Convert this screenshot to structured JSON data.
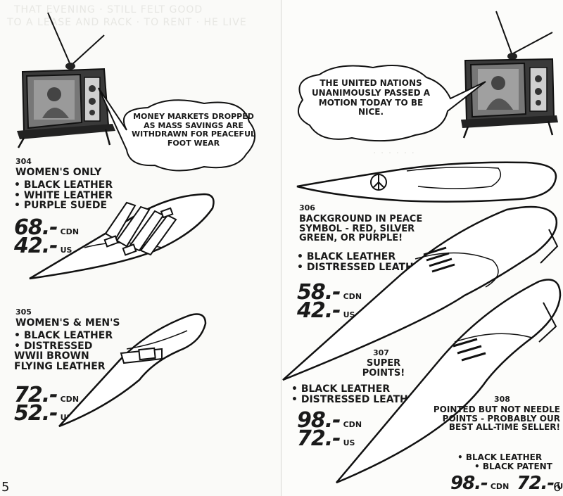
{
  "left": {
    "bubble": "MONEY MARKETS DROPPED AS MASS SAVINGS ARE WITHDRAWN FOR PEACEFUL FOOT WEAR",
    "page_number": "5",
    "products": [
      {
        "code": "304",
        "title": "WOMEN'S ONLY",
        "options": [
          "BLACK LEATHER",
          "WHITE LEATHER",
          "PURPLE SUEDE"
        ],
        "price1": {
          "amount": "68.-",
          "currency": "CDN"
        },
        "price2": {
          "amount": "42.-",
          "currency": "US"
        }
      },
      {
        "code": "305",
        "title": "WOMEN'S & MEN'S",
        "options": [
          "BLACK LEATHER",
          "DISTRESSED WWII BROWN FLYING LEATHER"
        ],
        "price1": {
          "amount": "72.-",
          "currency": "CDN"
        },
        "price2": {
          "amount": "52.-",
          "currency": "US"
        }
      }
    ]
  },
  "right": {
    "bubble": "THE UNITED NATIONS UNANIMOUSLY PASSED A MOTION TODAY TO BE NICE.",
    "page_number": "6",
    "products": [
      {
        "code": "306",
        "title": "BACKGROUND IN PEACE SYMBOL - RED, SILVER GREEN, OR PURPLE!",
        "options": [
          "BLACK LEATHER",
          "DISTRESSED LEATHER"
        ],
        "price1": {
          "amount": "58.-",
          "currency": "CDN"
        },
        "price2": {
          "amount": "42.-",
          "currency": "US"
        }
      },
      {
        "code": "307",
        "title": "SUPER POINTS!",
        "options": [
          "BLACK LEATHER",
          "DISTRESSED LEATHER"
        ],
        "price1": {
          "amount": "98.-",
          "currency": "CDN"
        },
        "price2": {
          "amount": "72.-",
          "currency": "US"
        }
      },
      {
        "code": "308",
        "title": "POINTED BUT NOT NEEDLE POINTS - PROBABLY OUR BEST ALL-TIME SELLER!",
        "options": [
          "BLACK LEATHER",
          "BLACK PATENT"
        ],
        "price1": {
          "amount": "98.-",
          "currency": "CDN"
        },
        "price2": {
          "amount": "72.-",
          "currency": "US"
        }
      }
    ]
  }
}
